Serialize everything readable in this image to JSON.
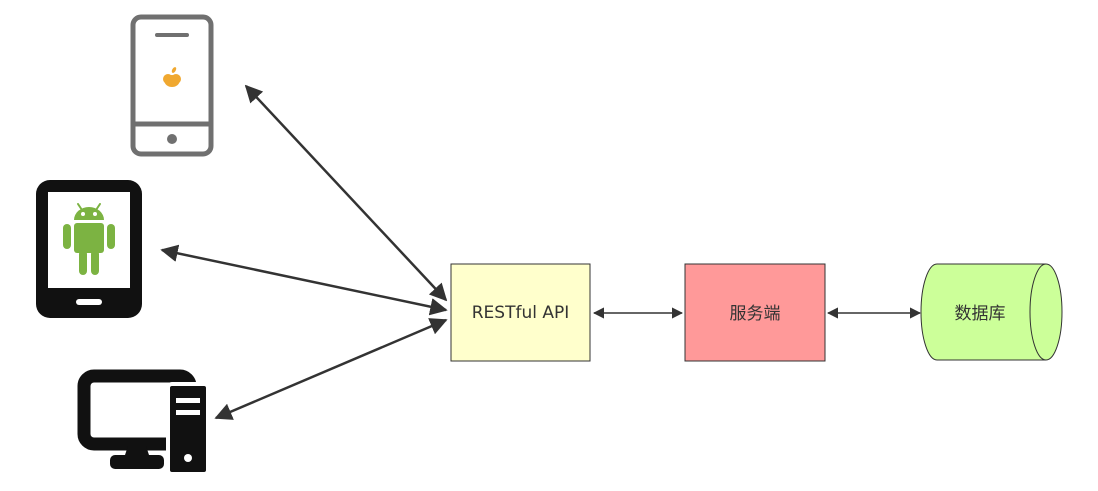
{
  "diagram": {
    "nodes": {
      "api": {
        "label": "RESTful API",
        "fill": "#ffffcc"
      },
      "server": {
        "label": "服务端",
        "fill": "#ff9999"
      },
      "database": {
        "label": "数据库",
        "fill": "#ccff99"
      }
    },
    "clients": [
      {
        "name": "iphone",
        "icon": "apple-phone-icon",
        "logo_color": "#f0a830",
        "frame_color": "#707070"
      },
      {
        "name": "android",
        "icon": "android-tablet-icon",
        "logo_color": "#7cb342",
        "frame_color": "#111111"
      },
      {
        "name": "desktop",
        "icon": "desktop-computer-icon",
        "frame_color": "#111111"
      }
    ],
    "edges": [
      {
        "from": "iphone",
        "to": "api",
        "arrows": "both"
      },
      {
        "from": "android",
        "to": "api",
        "arrows": "both"
      },
      {
        "from": "desktop",
        "to": "api",
        "arrows": "both"
      },
      {
        "from": "api",
        "to": "server",
        "arrows": "both"
      },
      {
        "from": "server",
        "to": "database",
        "arrows": "both"
      }
    ],
    "colors": {
      "edge": "#333333",
      "border": "#333333"
    }
  }
}
